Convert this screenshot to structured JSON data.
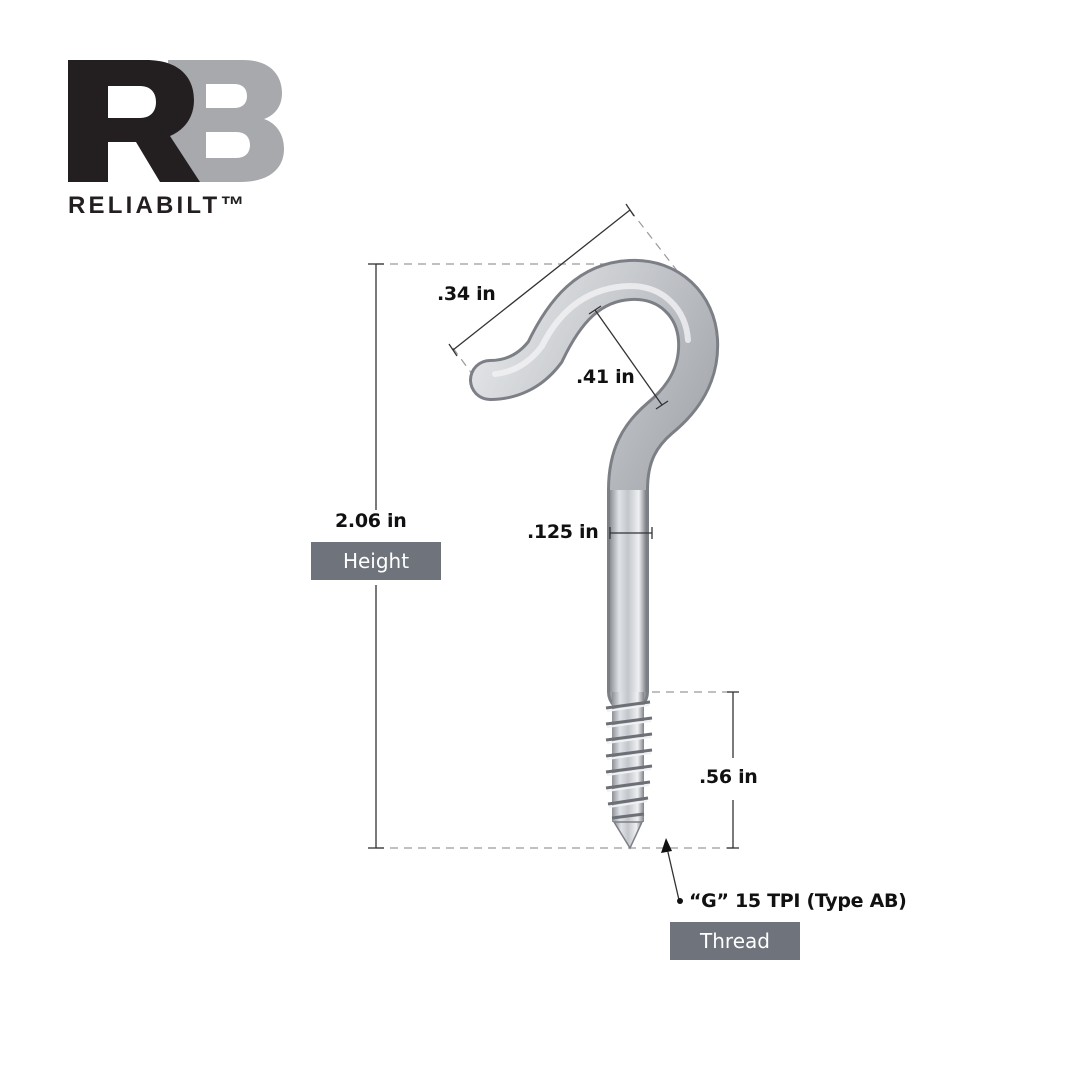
{
  "brand": {
    "logo_letters": "RB",
    "wordmark": "RELIABILT™",
    "colors": {
      "dark": "#231f20",
      "gray": "#a7a9ac"
    }
  },
  "product": {
    "name": "screw hook",
    "finish_color": "#c9ccd1"
  },
  "dimensions": {
    "opening": ".34 in",
    "inner_diameter": ".41 in",
    "wire_diameter": ".125 in",
    "height_value": "2.06 in",
    "height_label": "Height",
    "thread_length": ".56 in",
    "thread_spec": "“G” 15 TPI (Type AB)",
    "thread_label": "Thread"
  },
  "colors": {
    "tag_bg": "#6f737b",
    "line": "#333333",
    "dashed": "#9a9a9a"
  }
}
